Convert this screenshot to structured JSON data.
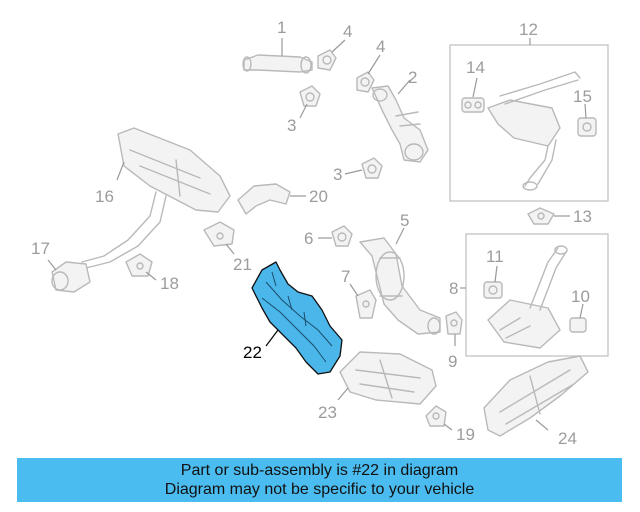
{
  "callouts": {
    "c1": "1",
    "c2": "2",
    "c3a": "3",
    "c3b": "3",
    "c4a": "4",
    "c4b": "4",
    "c5": "5",
    "c6": "6",
    "c7": "7",
    "c8": "8",
    "c9": "9",
    "c10": "10",
    "c11": "11",
    "c12": "12",
    "c13": "13",
    "c14": "14",
    "c15": "15",
    "c16": "16",
    "c17": "17",
    "c18": "18",
    "c19": "19",
    "c20": "20",
    "c21": "21",
    "c22": "22",
    "c23": "23",
    "c24": "24"
  },
  "highlighted_part": "22",
  "colors": {
    "highlight": "#4ab6ea",
    "banner": "#4bbcf0",
    "line": "#b9b9b9"
  },
  "caption": {
    "line1": "Part or sub-assembly is #22 in diagram",
    "line2": "Diagram may not be specific to your vehicle"
  }
}
